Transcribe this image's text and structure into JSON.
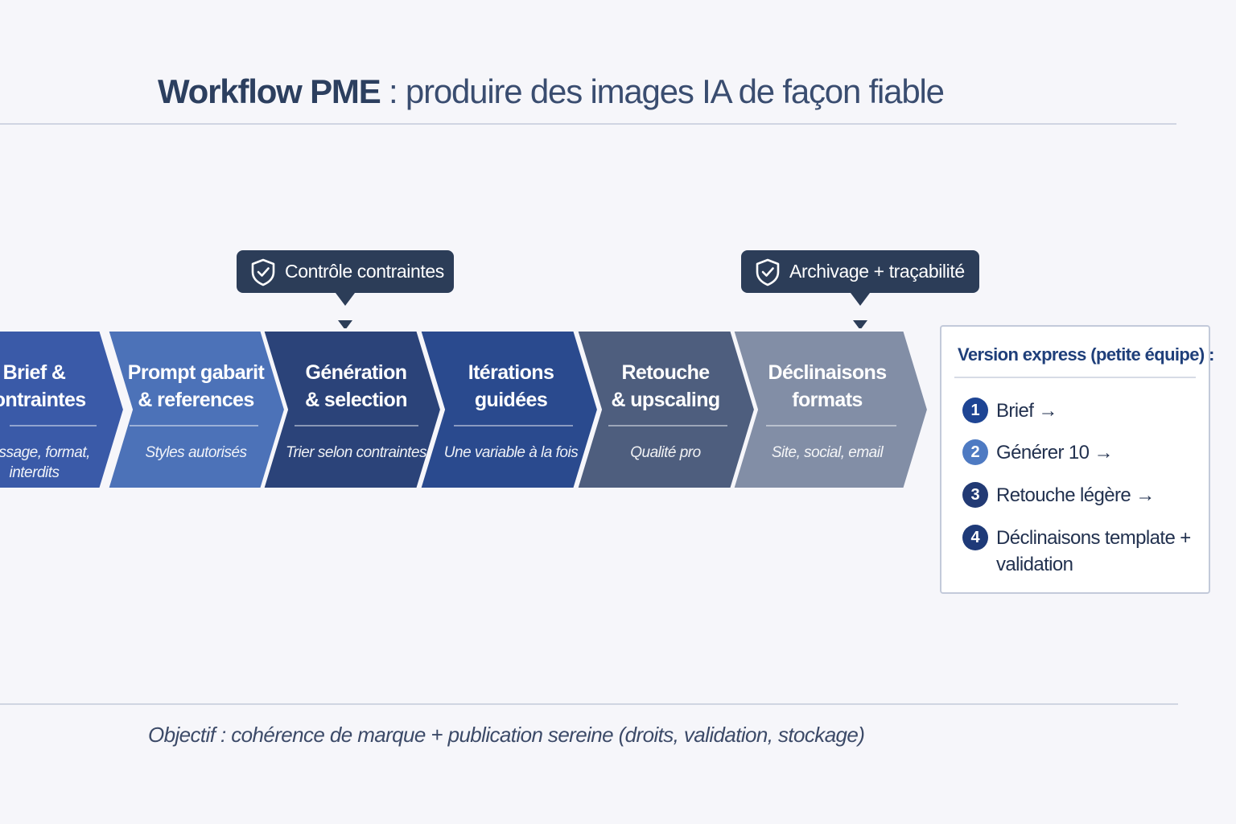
{
  "title": {
    "strong": "Workflow PME",
    "rest": " : produire des images IA de façon fiable"
  },
  "callouts": [
    {
      "label": "Contrôle contraintes",
      "icon": "shield-check-icon"
    },
    {
      "label": "Archivage + traçabilité",
      "icon": "shield-check-icon"
    }
  ],
  "steps": [
    {
      "title": "Brief &\ncontraintes",
      "subtitle": "Message, format,\ninterdits",
      "color": "#3a5aa8"
    },
    {
      "title": "Prompt gabarit\n& references",
      "subtitle": "Styles autorisés",
      "color": "#4c72b8"
    },
    {
      "title": "Génération\n& selection",
      "subtitle": "Trier selon contraintes",
      "color": "#2b4379"
    },
    {
      "title": "Itérations\nguidées",
      "subtitle": "Une variable à la fois",
      "color": "#2a4a8e"
    },
    {
      "title": "Retouche\n& upscaling",
      "subtitle": "Qualité pro",
      "color": "#4e5e7e"
    },
    {
      "title": "Déclinaisons\nformats",
      "subtitle": "Site, social, email",
      "color": "#828ea6"
    }
  ],
  "express": {
    "title": "Version express (petite équipe) :",
    "items": [
      {
        "num": "1",
        "label": "Brief →",
        "color": "#1e4594"
      },
      {
        "num": "2",
        "label": "Générer 10 →",
        "color": "#4e7ac2"
      },
      {
        "num": "3",
        "label": "Retouche légère →",
        "color": "#223a74"
      },
      {
        "num": "4",
        "label": "Déclinaisons template +\nvalidation",
        "color": "#1e3a78"
      }
    ]
  },
  "footer": "Objectif : cohérence de marque + publication sereine (droits, validation, stockage)"
}
